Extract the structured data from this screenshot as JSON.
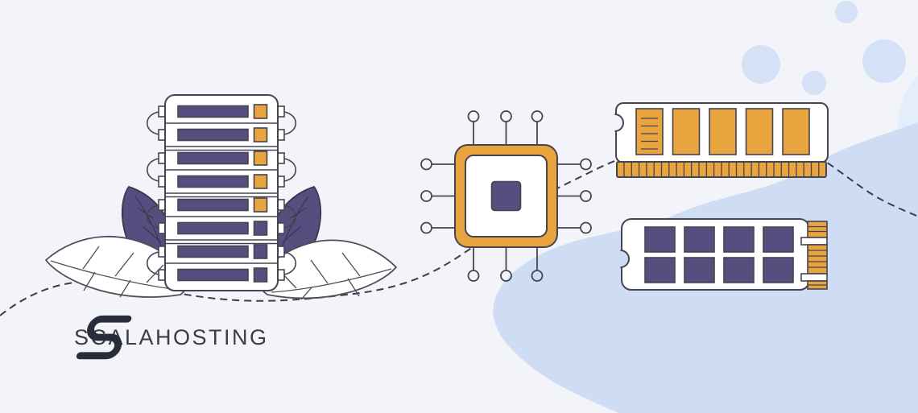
{
  "brand": {
    "logo_text": "SCALAHOSTING"
  },
  "colors": {
    "background": "#f3f4f9",
    "blob_blue": "#cfddf4",
    "blob_blue_light": "#e4eefb",
    "bubble_blue": "#d5e1f7",
    "purple": "#554e7e",
    "orange": "#e8a43e",
    "outline": "#464450",
    "leaf_outline": "#4e4d58",
    "purple_leaf_outline": "#3a3654",
    "logo_dark": "#2b2c39",
    "dash": "#3c3b47",
    "text_dark": "#3b3c45",
    "white": "#ffffff"
  },
  "illustration": {
    "server_rack": {
      "rows": 8,
      "rows_with_orange_indicator": 5,
      "rows_with_purple_indicator": 3,
      "cable_loop_pairs_per_side": 4
    },
    "cpu_chip": {
      "pins_per_side": 3,
      "sides": 4
    },
    "ram_module": {
      "memory_chips": 5,
      "labeled_chip_lines": 5,
      "edge_connector_pins": 27
    },
    "ssd_module": {
      "chip_rows": 2,
      "chips_per_row": 4,
      "connector_blocks": 3
    },
    "decor": {
      "bubbles": 4,
      "leaves_white": 2,
      "leaves_purple": 2
    }
  }
}
